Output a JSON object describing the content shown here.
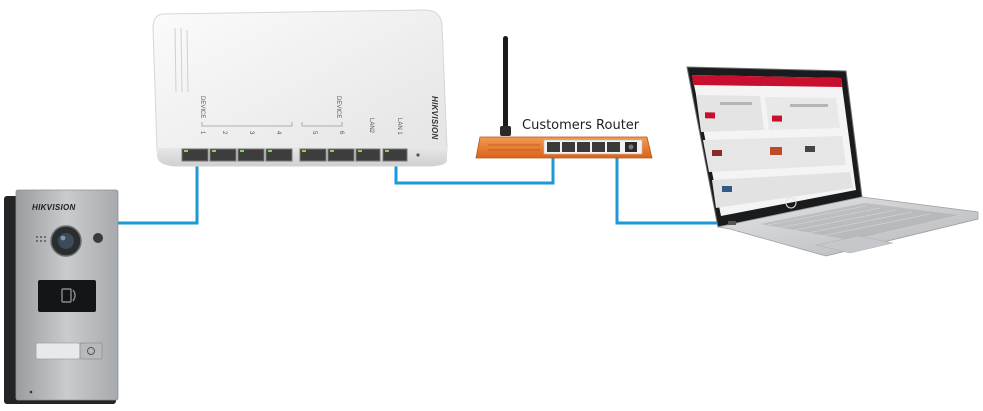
{
  "diagram": {
    "router_label": "Customers Router",
    "switch": {
      "brand": "HIKVISION",
      "group_label_device": "DEVICE",
      "group_label_device_6": "DEVICE",
      "port_numbers": [
        "1",
        "2",
        "3",
        "4",
        "5",
        "6"
      ],
      "lan2_label": "LAN2",
      "lan1_label": "LAN 1"
    },
    "door_station": {
      "brand": "HIKVISION"
    }
  },
  "colors": {
    "cable": "#1a9ad6",
    "router_body": "#e8782a",
    "switch_body": "#f2f2f2",
    "door_station_panel": "#b9bcbf",
    "laptop_body": "#c9cacc"
  }
}
